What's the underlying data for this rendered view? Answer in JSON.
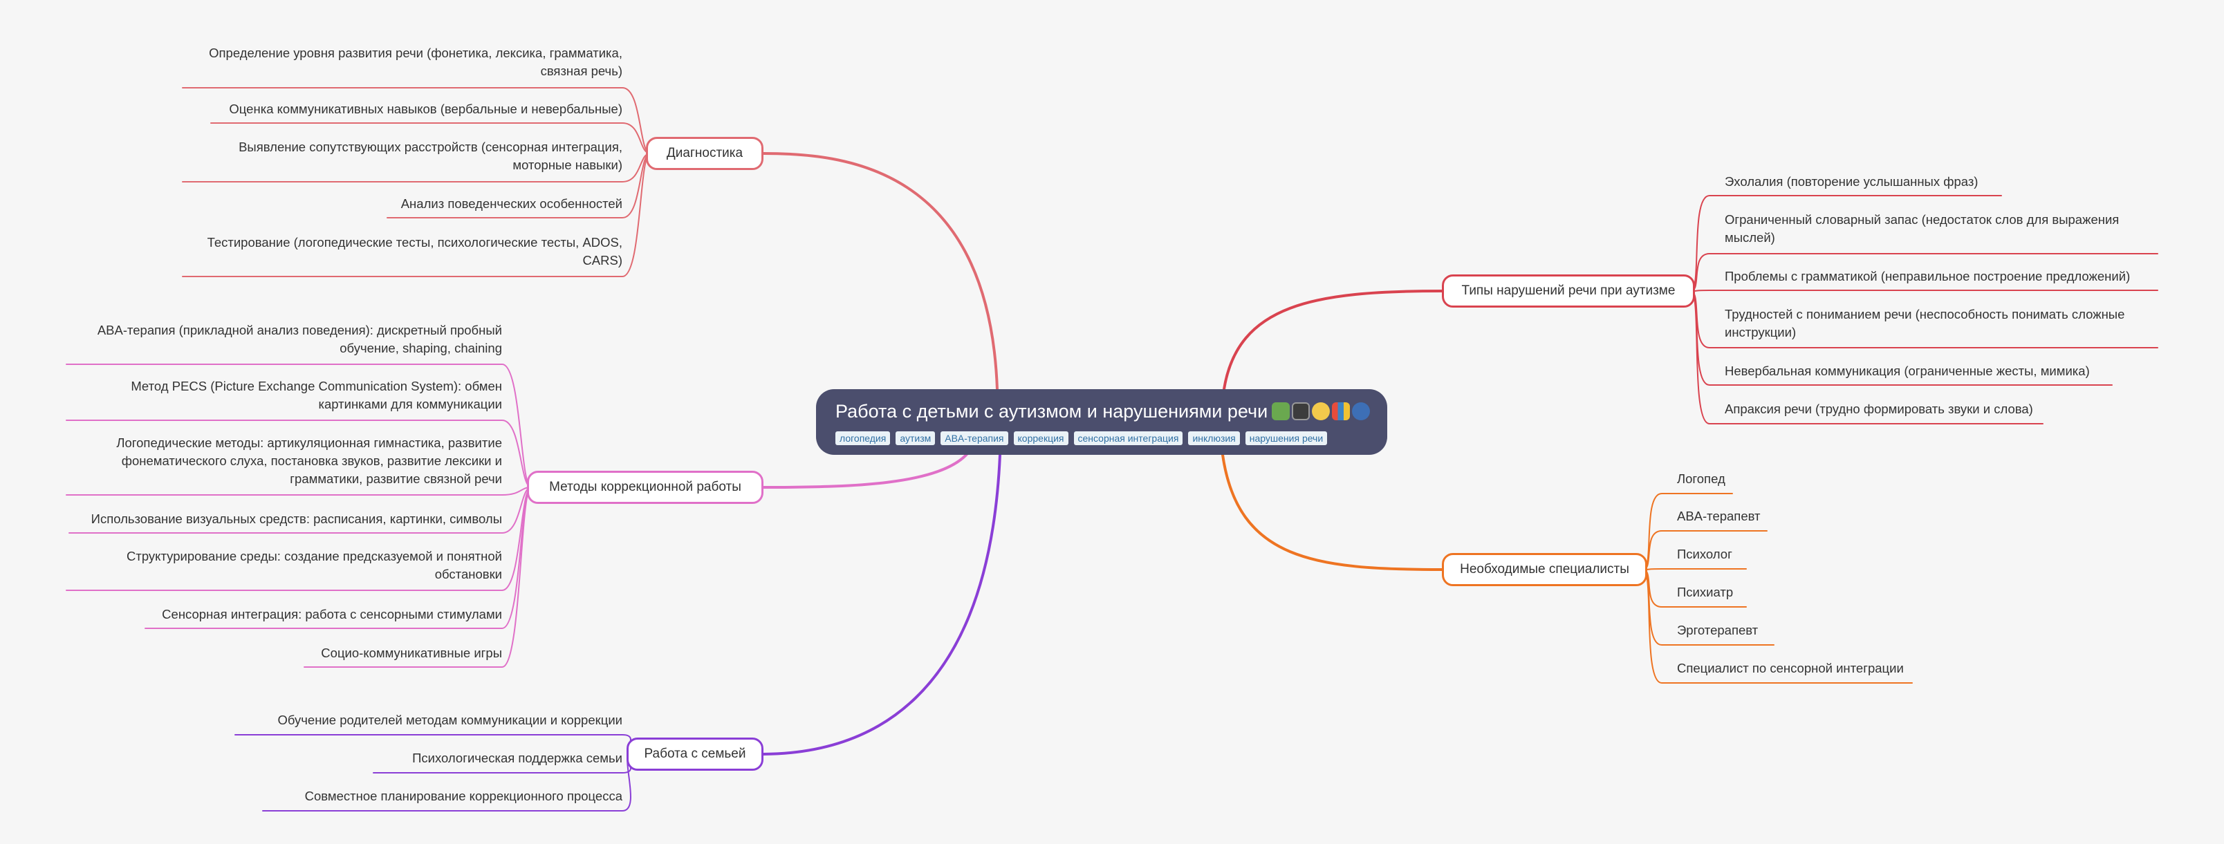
{
  "central": {
    "title": "Работа с детьми с аутизмом и нарушениями речи",
    "emoji": [
      "puzzle-emoji",
      "family-emoji",
      "handshake-emoji",
      "books-emoji",
      "speaking-head-emoji"
    ],
    "tags": [
      "логопедия",
      "аутизм",
      "ABA-терапия",
      "коррекция",
      "сенсорная интеграция",
      "инклюзия",
      "нарушения речи"
    ]
  },
  "branches": [
    {
      "id": "diagnostics",
      "side": "left",
      "color": "#e06a71",
      "label": "Диагностика",
      "items": [
        "Определение уровня развития речи (фонетика, лексика, грамматика, связная речь)",
        "Оценка коммуникативных навыков (вербальные и невербальные)",
        "Выявление сопутствующих расстройств (сенсорная интеграция, моторные навыки)",
        "Анализ поведенческих особенностей",
        "Тестирование (логопедические тесты, психологические тесты, ADOS, CARS)"
      ]
    },
    {
      "id": "methods",
      "side": "left",
      "color": "#e070c8",
      "label": "Методы коррекционной работы",
      "items": [
        "ABA-терапия (прикладной анализ поведения):  дискретный пробный обучение, shaping, chaining",
        "Метод PECS (Picture Exchange Communication System): обмен картинками для коммуникации",
        "Логопедические методы: артикуляционная гимнастика, развитие фонематического слуха, постановка звуков, развитие лексики и грамматики, развитие связной речи",
        "Использование визуальных средств: расписания, картинки, символы",
        "Структурирование среды: создание предсказуемой и понятной обстановки",
        "Сенсорная интеграция: работа с сенсорными стимулами",
        "Социо-коммуникативные игры"
      ]
    },
    {
      "id": "family",
      "side": "left",
      "color": "#8a3ed6",
      "label": "Работа с семьей",
      "items": [
        "Обучение родителей методам коммуникации и коррекции",
        "Психологическая поддержка семьи",
        "Совместное планирование коррекционного процесса"
      ]
    },
    {
      "id": "types",
      "side": "right",
      "color": "#d9434f",
      "label": "Типы нарушений речи при аутизме",
      "items": [
        "Эхолалия (повторение услышанных фраз)",
        "Ограниченный словарный запас (недостаток слов для выражения мыслей)",
        "Проблемы с грамматикой (неправильное построение предложений)",
        "Трудностей с пониманием речи (неспособность понимать сложные инструкции)",
        "Невербальная коммуникация (ограниченные жесты, мимика)",
        "Апраксия речи (трудно формировать звуки и слова)"
      ]
    },
    {
      "id": "specialists",
      "side": "right",
      "color": "#ee7422",
      "label": "Необходимые специалисты",
      "items": [
        "Логопед",
        "ABA-терапевт",
        "Психолог",
        "Психиатр",
        "Эрготерапевт",
        "Специалист по сенсорной интеграции"
      ]
    }
  ]
}
